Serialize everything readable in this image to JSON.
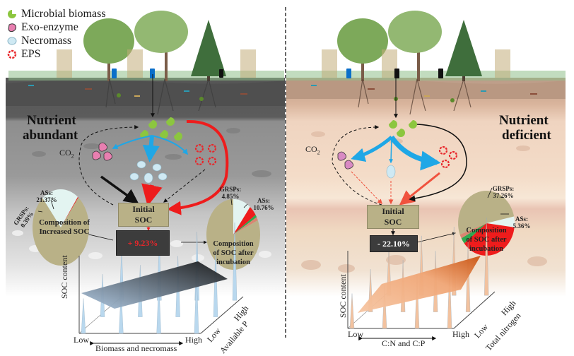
{
  "legend": [
    {
      "icon": "microbial-biomass-icon",
      "label": "Microbial biomass",
      "color": "#8cc63f"
    },
    {
      "icon": "exo-enzyme-icon",
      "label": "Exo-enzyme",
      "color": "#e87fb0"
    },
    {
      "icon": "necromass-icon",
      "label": "Necromass",
      "color": "#cfe9f3"
    },
    {
      "icon": "eps-icon",
      "label": "EPS",
      "color": "#e8262a"
    }
  ],
  "left_panel": {
    "title_line1": "Nutrient",
    "title_line2": "abundant",
    "co2": "CO",
    "co2_sub": "2",
    "initial_soc_line1": "Initial",
    "initial_soc_line2": "SOC",
    "soc_change": "+ 9.23%",
    "soc_change_color": "#e8262a",
    "pie_increased": {
      "caption_line1": "Composition of",
      "caption_line2": "Increased SOC",
      "label_as": "ASs:",
      "value_as": "21.37%",
      "label_grsp": "GRSPs:",
      "value_grsp": "0.39%",
      "slices": [
        {
          "name": "ASs",
          "value": 21.37,
          "color": "#e3f4f1"
        },
        {
          "name": "GRSPs",
          "value": 0.39,
          "color": "#ee1c1c"
        },
        {
          "name": "Other",
          "value": 78.24,
          "color": "#b9b187"
        }
      ]
    },
    "pie_after": {
      "caption_line1": "Composition",
      "caption_line2": "of SOC after",
      "caption_line3": "incubation",
      "label_grsp": "GRSPs:",
      "value_grsp": "4.85%",
      "label_as": "ASs:",
      "value_as": "10.76%",
      "slices": [
        {
          "name": "ASs",
          "value": 10.76,
          "color": "#e3f4f1"
        },
        {
          "name": "GRSPs",
          "value": 4.85,
          "color": "#ee1c1c"
        },
        {
          "name": "Green",
          "value": 1.2,
          "color": "#2fa84f"
        },
        {
          "name": "Salmon",
          "value": 1.6,
          "color": "#d98672"
        },
        {
          "name": "Other",
          "value": 81.59,
          "color": "#b9b187"
        }
      ]
    },
    "chart": {
      "ylabel": "SOC content",
      "x_low": "Low",
      "x_high": "High",
      "xlabel": "Biomass and necromass",
      "z_low": "Low",
      "z_high": "High",
      "zlabel": "Available P",
      "plane_color_start": "#a9c3dd",
      "plane_color_end": "#151515",
      "spike_color": "#b9d8ee"
    }
  },
  "right_panel": {
    "title_line1": "Nutrient",
    "title_line2": "deficient",
    "co2": "CO",
    "co2_sub": "2",
    "initial_soc_line1": "Initial",
    "initial_soc_line2": "SOC",
    "soc_change": "- 22.10%",
    "soc_change_color": "#ffffff",
    "pie_after": {
      "caption_line1": "Composition",
      "caption_line2": "of SOC after",
      "caption_line3": "incubation",
      "label_grsp": "GRSPs:",
      "value_grsp": "37.26%",
      "label_as": "ASs:",
      "value_as": "5.36%",
      "slices": [
        {
          "name": "ASs",
          "value": 5.36,
          "color": "#e3f4f1"
        },
        {
          "name": "GRSPs",
          "value": 37.26,
          "color": "#ee1c1c"
        },
        {
          "name": "Green",
          "value": 3.0,
          "color": "#2fa84f"
        },
        {
          "name": "Salmon",
          "value": 2.0,
          "color": "#d98672"
        },
        {
          "name": "Other",
          "value": 52.38,
          "color": "#b9b187"
        }
      ]
    },
    "chart": {
      "ylabel": "SOC content",
      "x_low": "Low",
      "x_high": "High",
      "xlabel": "C:N and C:P",
      "z_low": "Low",
      "z_high": "High",
      "zlabel": "Total nitrogen",
      "plane_color_start": "#f6c6a3",
      "plane_color_end": "#cf5a14",
      "spike_color": "#f2c29f"
    }
  }
}
